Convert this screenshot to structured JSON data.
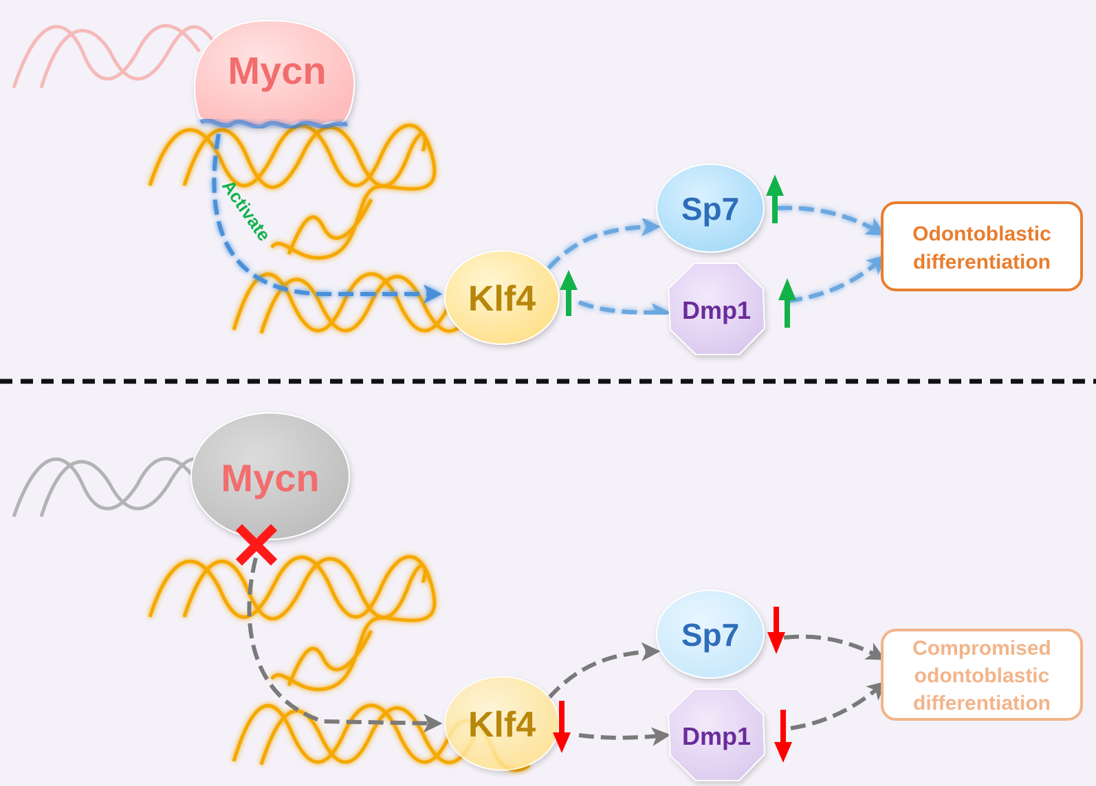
{
  "colors": {
    "background": "#f4f1f8",
    "dna": "#f5a800",
    "dna_glow": "#9a6a00",
    "mycn_active_fill": "#ffc4c4",
    "mycn_inactive_fill": "#c9c9c9",
    "mycn_text": "#f26d6d",
    "klf4_fill": "#ffe9a6",
    "klf4_text": "#b8860b",
    "sp7_fill": "#b3e1fb",
    "sp7_text": "#2e6db8",
    "dmp1_fill": "#e4d4f3",
    "dmp1_text": "#6a2c9a",
    "arrow_active": "#4a90d9",
    "arrow_inactive": "#7a7a7a",
    "up_arrow": "#12b24a",
    "down_arrow": "#ff0000",
    "outcome_active": "#e87d2e",
    "outcome_inactive": "#f2b48a",
    "activate_text": "#12b24a",
    "block_mark": "#ff1a1a",
    "divider": "#111111"
  },
  "top_panel": {
    "mycn_label": "Mycn",
    "activate_label": "Activate",
    "klf4_label": "Klf4",
    "sp7_label": "Sp7",
    "dmp1_label": "Dmp1",
    "outcome_line1": "Odontoblastic",
    "outcome_line2": "differentiation",
    "regulation": "up",
    "mycn_state": "bound"
  },
  "bottom_panel": {
    "mycn_label": "Mycn",
    "klf4_label": "Klf4",
    "sp7_label": "Sp7",
    "dmp1_label": "Dmp1",
    "outcome_line1": "Compromised",
    "outcome_line2": "odontoblastic",
    "outcome_line3": "differentiation",
    "regulation": "down",
    "mycn_state": "blocked"
  },
  "icons": {
    "up": "up-arrow-icon",
    "down": "down-arrow-icon",
    "block": "red-x-icon"
  }
}
